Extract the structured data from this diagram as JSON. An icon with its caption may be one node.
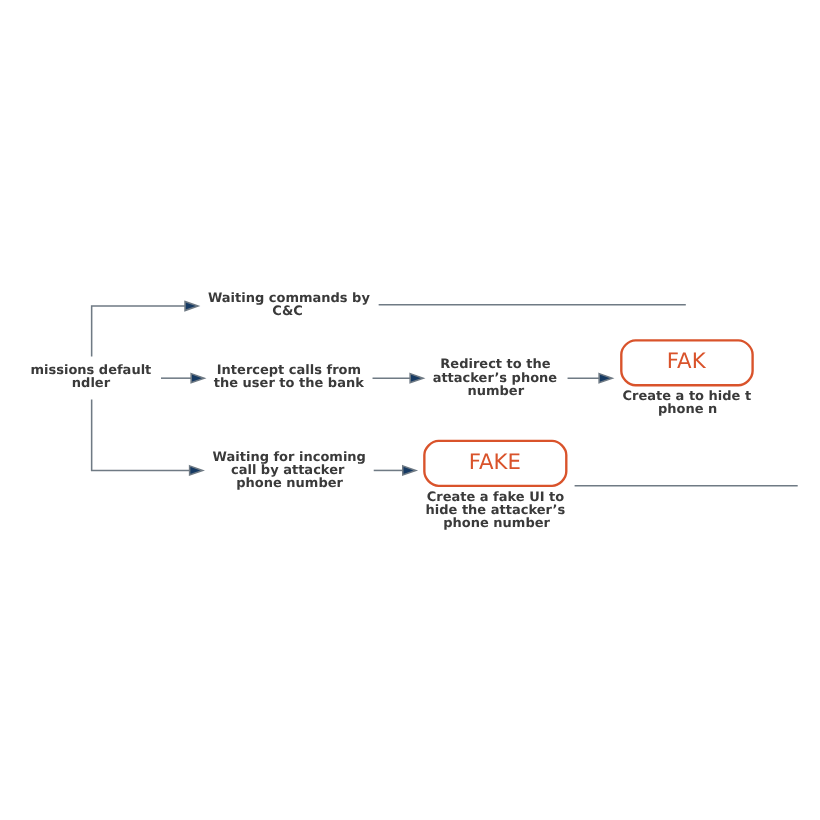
{
  "diagram": {
    "nodes": [
      {
        "text": [
          "missions default ndler"
        ]
      },
      {
        "text": [
          "Waiting commands by C&C"
        ]
      },
      {
        "text": [
          "Intercept calls from the user to the bank"
        ]
      },
      {
        "text": [
          "Redirect to the attacker’s phone number"
        ]
      },
      {
        "text": [
          "FAK",
          "Create a to hide t phone n"
        ]
      },
      {
        "text": [
          "Waiting for incoming call by attacker phone number"
        ]
      },
      {
        "text": [
          "FAKE",
          "Create a fake UI to hide the attacker’s phone number"
        ]
      }
    ],
    "edges": [
      {
        "from": 0,
        "to": 1,
        "arrow": "to"
      },
      {
        "from": 0,
        "to": 2,
        "arrow": "to"
      },
      {
        "from": 0,
        "to": 5,
        "arrow": "to"
      },
      {
        "from": 2,
        "to": 3,
        "arrow": "to"
      },
      {
        "from": 3,
        "to": 4,
        "arrow": "to"
      },
      {
        "from": 5,
        "to": 6,
        "arrow": "to"
      },
      {
        "from": 1,
        "to": null,
        "arrow": "none"
      },
      {
        "from": 6,
        "to": null,
        "arrow": "none"
      }
    ]
  }
}
